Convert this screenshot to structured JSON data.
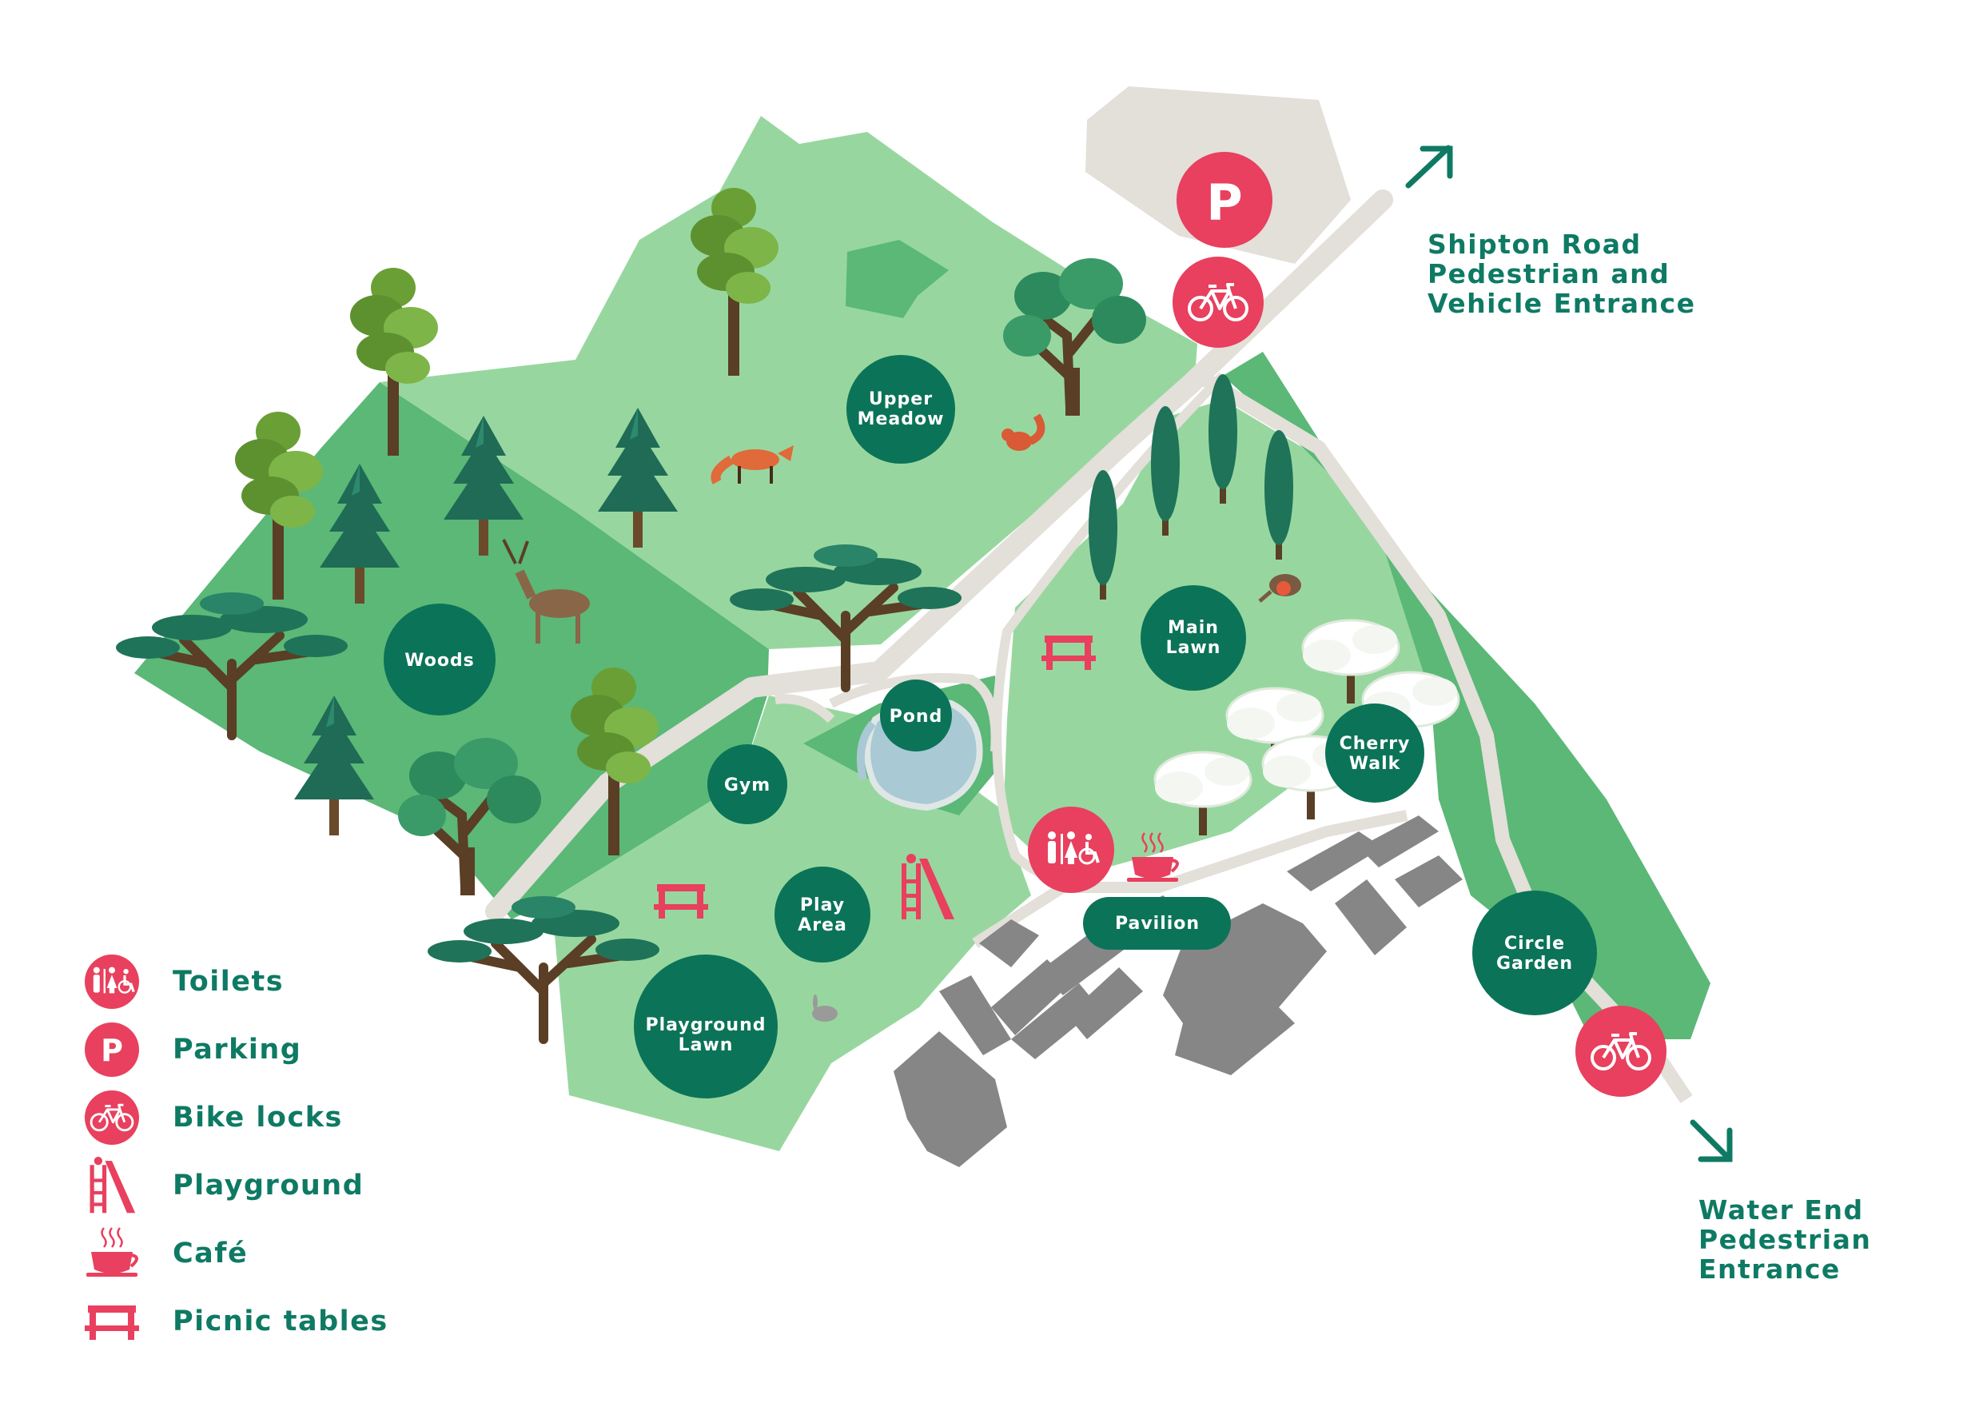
{
  "areas": {
    "woods": "Woods",
    "upper_meadow": [
      "Upper",
      "Meadow"
    ],
    "main_lawn": [
      "Main",
      "Lawn"
    ],
    "pond": "Pond",
    "gym": "Gym",
    "play_area": [
      "Play",
      "Area"
    ],
    "playground_lawn": [
      "Playground",
      "Lawn"
    ],
    "cherry_walk": [
      "Cherry",
      "Walk"
    ],
    "pavilion": "Pavilion",
    "circle_garden": [
      "Circle",
      "Garden"
    ]
  },
  "entrances": {
    "north": [
      "Shipton Road",
      "Pedestrian and",
      "Vehicle Entrance"
    ],
    "south": [
      "Water End",
      "Pedestrian",
      "Entrance"
    ]
  },
  "markers": {
    "parking_letter": "P"
  },
  "legend": [
    {
      "icon": "toilets-icon",
      "label": "Toilets"
    },
    {
      "icon": "parking-icon",
      "label": "Parking",
      "letter": "P"
    },
    {
      "icon": "bike-icon",
      "label": "Bike locks"
    },
    {
      "icon": "playground-slide-icon",
      "label": "Playground"
    },
    {
      "icon": "cafe-cup-icon",
      "label": "Café"
    },
    {
      "icon": "picnic-table-icon",
      "label": "Picnic tables"
    }
  ],
  "colors": {
    "light_green": "#97d79f",
    "mid_green": "#5bb877",
    "dark_green": "#0b7358",
    "path": "#e3dfd9",
    "building": "#868686",
    "marker_red": "#e8405e",
    "text_green": "#0e7a64"
  }
}
